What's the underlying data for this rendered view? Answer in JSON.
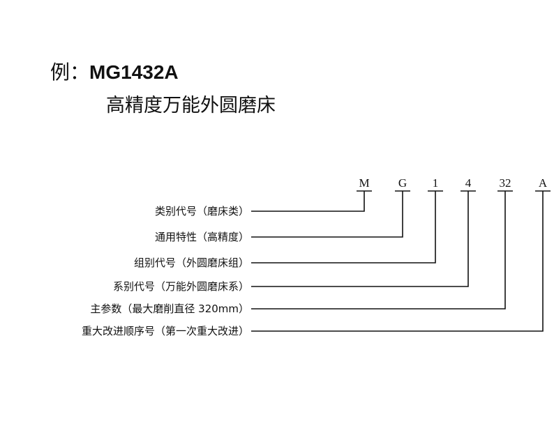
{
  "header": {
    "prefix": "例：",
    "model_code": "MG1432A",
    "model_name": "高精度万能外圆磨床"
  },
  "code_parts": [
    "M",
    "G",
    "1",
    "4",
    "32",
    "A"
  ],
  "rows": [
    {
      "label": "类别代号（磨床类）",
      "part_index": 0
    },
    {
      "label": "通用特性（高精度）",
      "part_index": 1
    },
    {
      "label": "组别代号（外圆磨床组）",
      "part_index": 2
    },
    {
      "label": "系别代号（万能外圆磨床系）",
      "part_index": 3
    },
    {
      "label": "主参数（最大磨削直径 320mm）",
      "part_index": 4
    },
    {
      "label": "重大改进顺序号（第一次重大改进）",
      "part_index": 5
    }
  ]
}
